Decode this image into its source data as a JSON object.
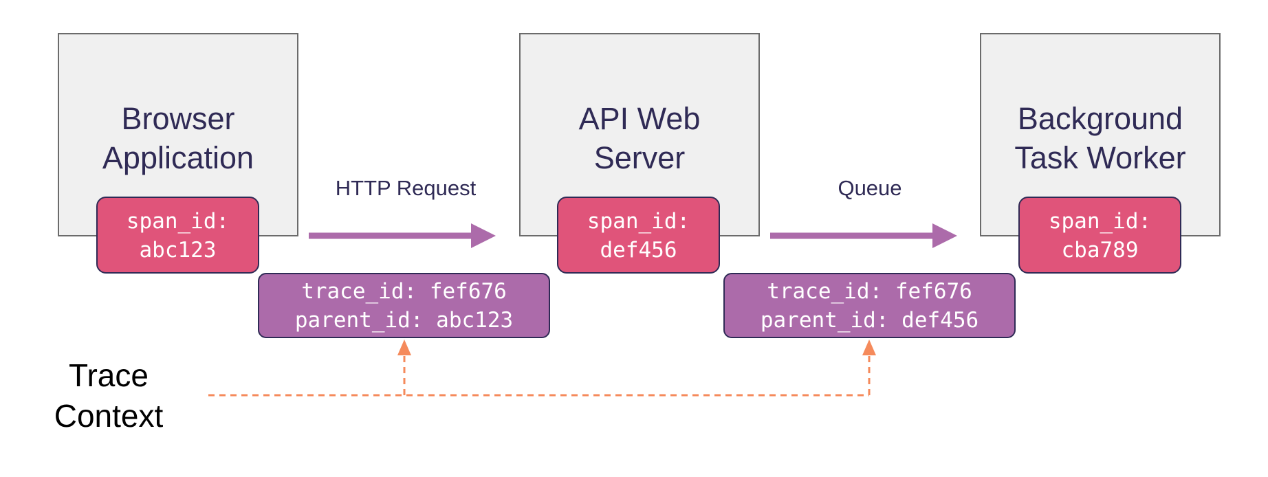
{
  "services": [
    {
      "id": "browser",
      "title": "Browser\nApplication",
      "span": "span_id:\nabc123"
    },
    {
      "id": "api",
      "title": "API Web\nServer",
      "span": "span_id:\ndef456"
    },
    {
      "id": "worker",
      "title": "Background\nTask Worker",
      "span": "span_id:\ncba789"
    }
  ],
  "edges": [
    {
      "label": "HTTP Request"
    },
    {
      "label": "Queue"
    }
  ],
  "contexts": [
    {
      "text": "trace_id: fef676\nparent_id: abc123"
    },
    {
      "text": "trace_id: fef676\nparent_id: def456"
    }
  ],
  "trace_context_label": "Trace\nContext",
  "colors": {
    "service_fill": "#f0f0f0",
    "span_fill": "#e0547a",
    "context_fill": "#ac6baa",
    "arrow": "#ac6baa",
    "trace_line": "#f58a5b",
    "text_dark": "#2f2a55"
  }
}
